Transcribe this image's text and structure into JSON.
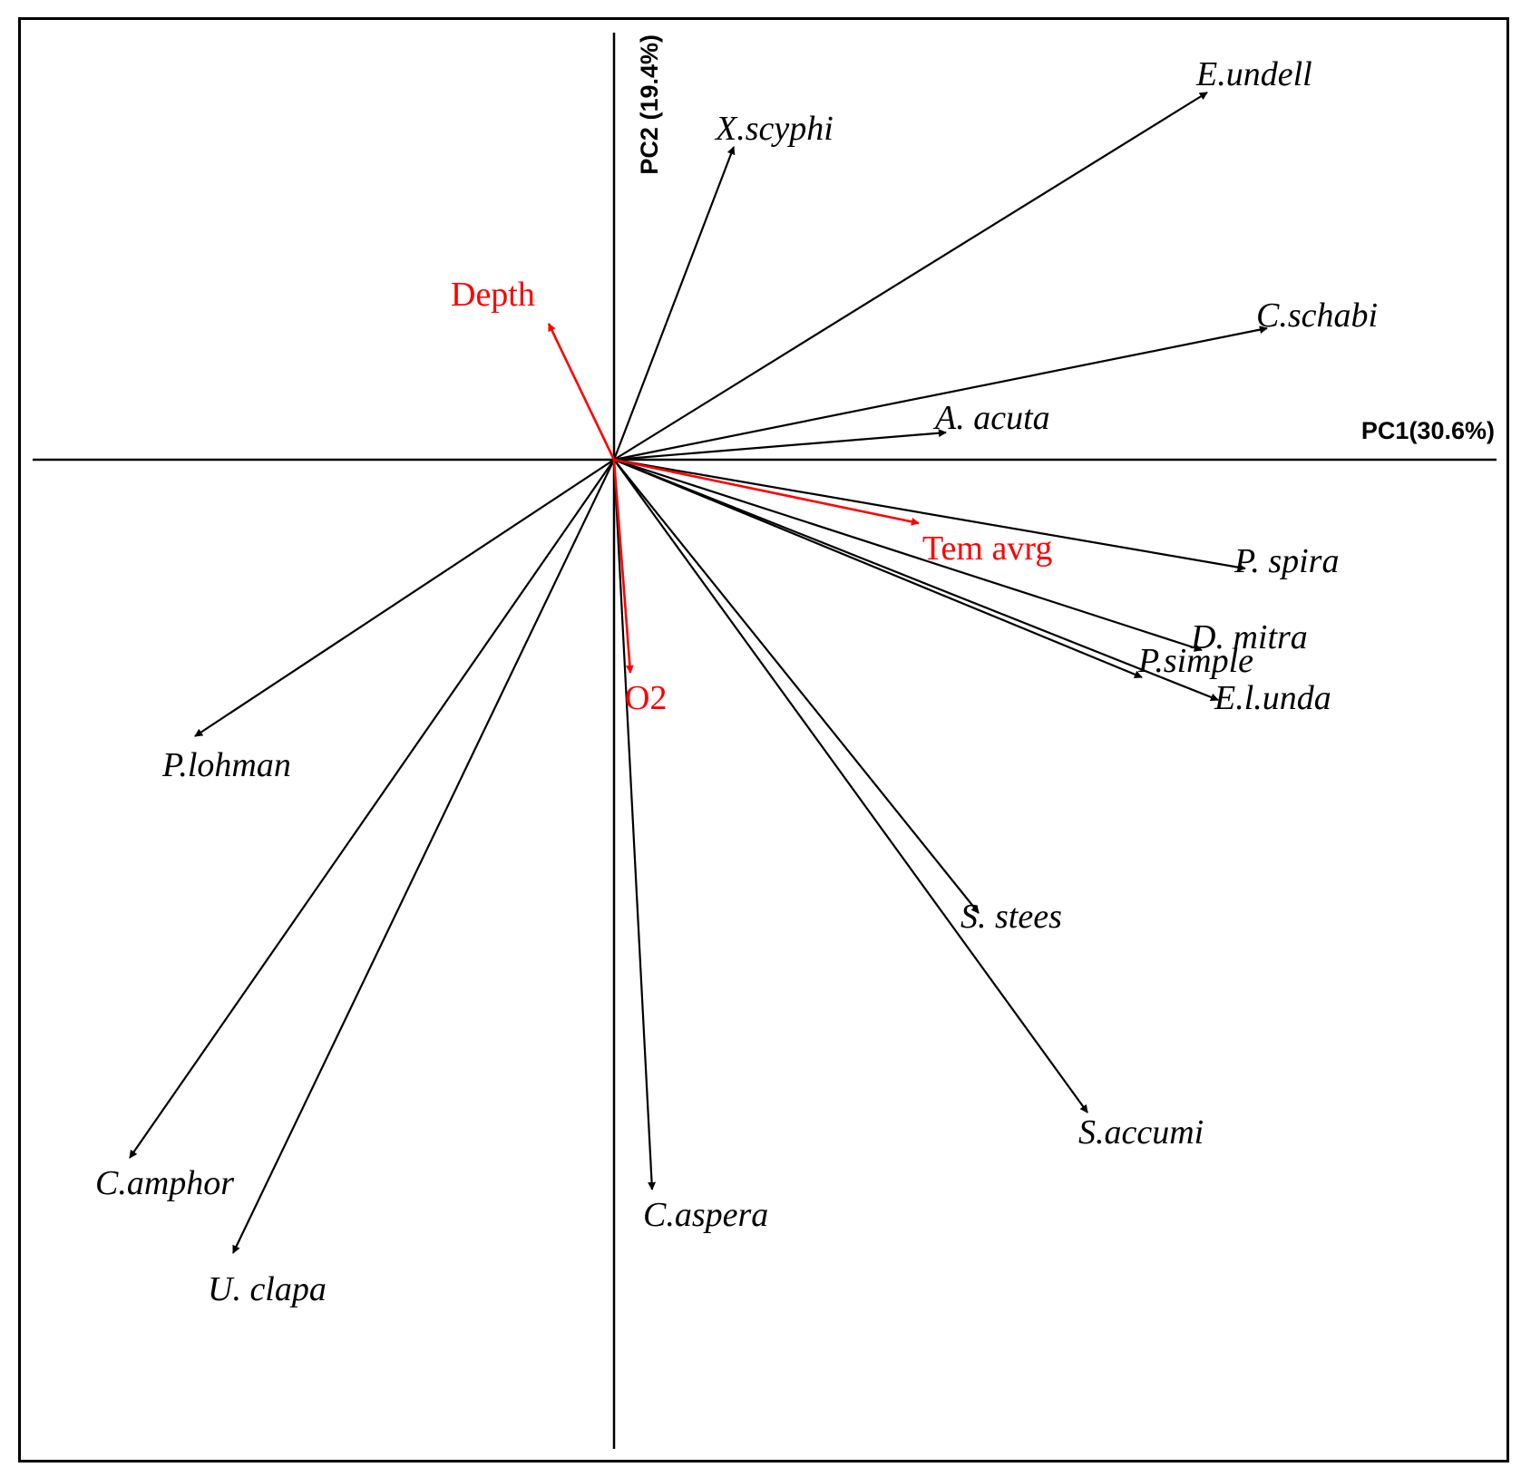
{
  "chart_data": {
    "type": "biplot",
    "xlabel": "PC1(30.6%)",
    "ylabel": "PC2 (19.4%)",
    "xlim": [
      -1.0,
      1.47
    ],
    "ylim": [
      -1.0,
      0.87
    ],
    "species_color": "#000000",
    "env_color": "#ff0000",
    "species": [
      {
        "name": "X.scyphi",
        "x": 0.22,
        "y": 0.69
      },
      {
        "name": "E.undell",
        "x": 1.09,
        "y": 0.81
      },
      {
        "name": "C.schabi",
        "x": 1.2,
        "y": 0.29
      },
      {
        "name": "A. acuta",
        "x": 0.61,
        "y": 0.06
      },
      {
        "name": "P. spira",
        "x": 1.16,
        "y": -0.24
      },
      {
        "name": "D. mitra",
        "x": 1.08,
        "y": -0.42
      },
      {
        "name": "P.simple",
        "x": 0.97,
        "y": -0.48
      },
      {
        "name": "E.l.unda",
        "x": 1.11,
        "y": -0.53
      },
      {
        "name": "S. stees",
        "x": 0.67,
        "y": -1.0
      },
      {
        "name": "S.accumi",
        "x": 0.87,
        "y": -1.44
      },
      {
        "name": "C.aspera",
        "x": 0.07,
        "y": -1.61
      },
      {
        "name": "U. clapa",
        "x": -0.7,
        "y": -1.75
      },
      {
        "name": "C.amphor",
        "x": -0.89,
        "y": -1.54
      },
      {
        "name": "P.lohman",
        "x": -0.77,
        "y": -0.61
      }
    ],
    "environment": [
      {
        "name": "Depth",
        "x": -0.12,
        "y": 0.3
      },
      {
        "name": "Tem avrg",
        "x": 0.56,
        "y": -0.14
      },
      {
        "name": "O2",
        "x": 0.03,
        "y": -0.47
      }
    ]
  }
}
